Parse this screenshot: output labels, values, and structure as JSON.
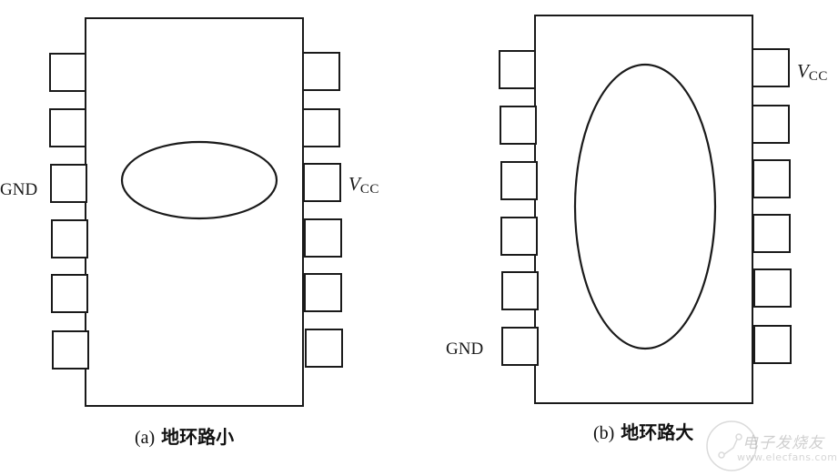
{
  "figure": {
    "panel_a": {
      "caption_label": "(a)",
      "caption_text": "地环路小",
      "gnd_label": "GND",
      "vcc_label": "V",
      "vcc_sub": "CC",
      "pins_per_side": 6,
      "gnd_pin": "left-3",
      "vcc_pin": "right-3",
      "loop": "small horizontal ellipse, counter-clockwise"
    },
    "panel_b": {
      "caption_label": "(b)",
      "caption_text": "地环路大",
      "gnd_label": "GND",
      "vcc_label": "V",
      "vcc_sub": "CC",
      "pins_per_side": 6,
      "gnd_pin": "left-6",
      "vcc_pin": "right-1",
      "loop": "large vertical ellipse, clockwise"
    },
    "watermark": {
      "title": "电子发烧友",
      "url": "www.elecfans.com"
    },
    "colors": {
      "stroke": "#1a1a1a",
      "background": "#ffffff"
    }
  }
}
